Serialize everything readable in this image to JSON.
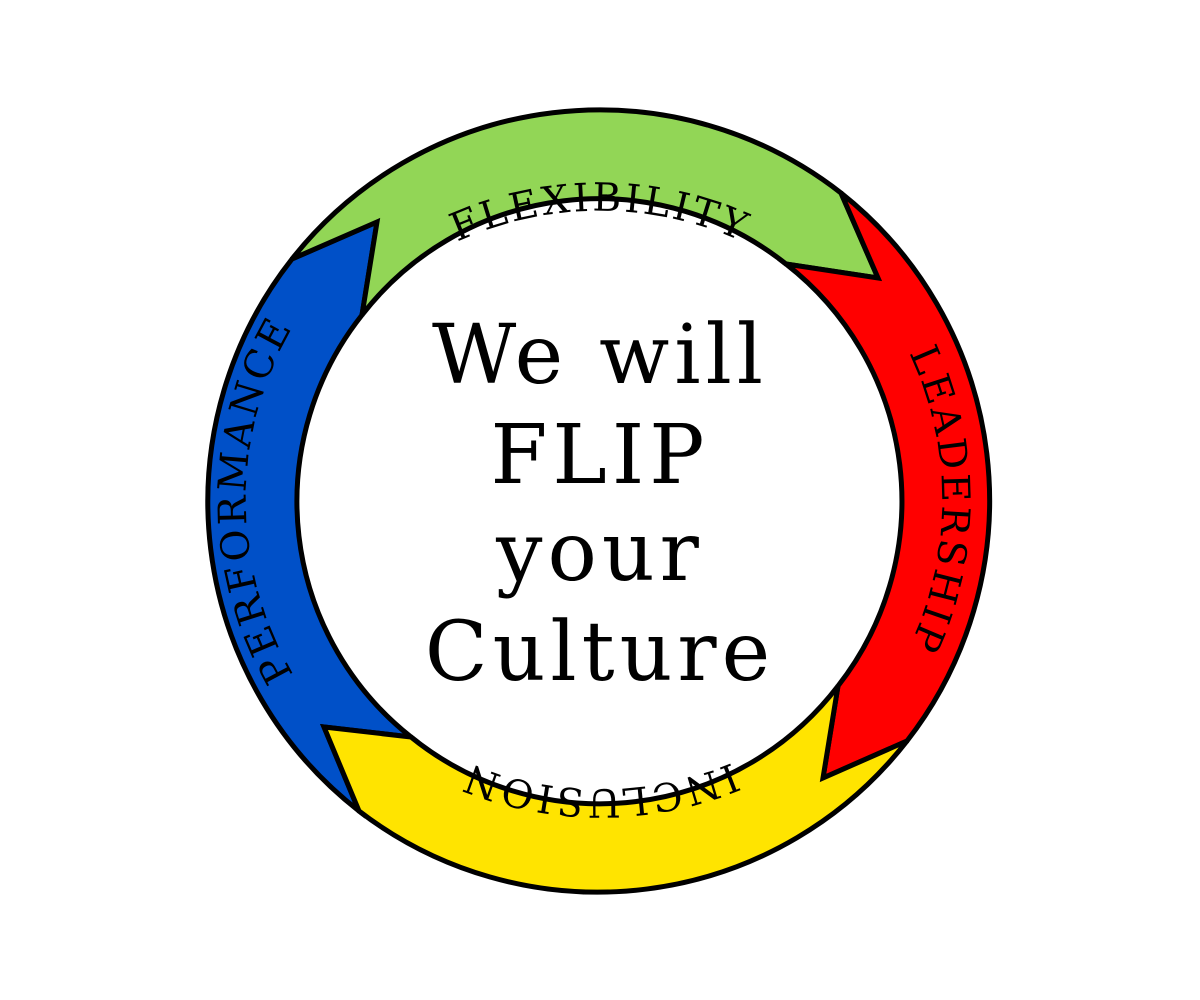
{
  "center_text": {
    "line1": "We will",
    "line2": "FLIP",
    "line3": "your",
    "line4": "Culture"
  },
  "segments": [
    {
      "label": "FLEXIBILITY",
      "color": "#92d656"
    },
    {
      "label": "LEADERSHIP",
      "color": "#ff0000"
    },
    {
      "label": "INCLUSION",
      "color": "#ffe400"
    },
    {
      "label": "PERFORMANCE",
      "color": "#0050c8"
    }
  ],
  "colors": {
    "outline": "#000000",
    "background": "#ffffff"
  }
}
